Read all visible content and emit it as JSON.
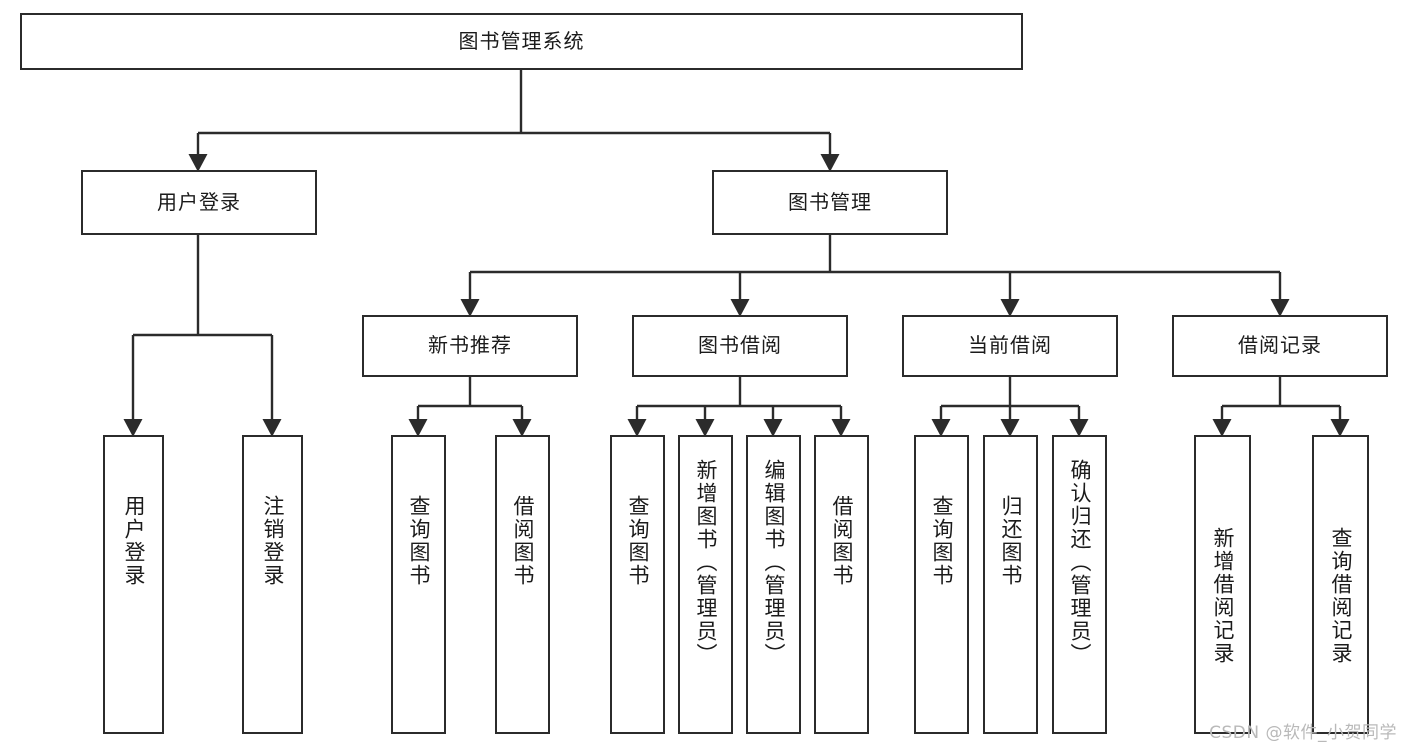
{
  "diagram": {
    "type": "tree-hierarchy",
    "title": "图书管理系统",
    "root": {
      "id": "root",
      "label": "图书管理系统"
    },
    "level2": [
      {
        "id": "user-login",
        "label": "用户登录"
      },
      {
        "id": "book-manage",
        "label": "图书管理"
      }
    ],
    "level3": [
      {
        "id": "new-book-rec",
        "label": "新书推荐"
      },
      {
        "id": "book-borrow",
        "label": "图书借阅"
      },
      {
        "id": "current-borrow",
        "label": "当前借阅"
      },
      {
        "id": "borrow-record",
        "label": "借阅记录"
      }
    ],
    "leaves": {
      "user_login": [
        {
          "id": "leaf-user-login",
          "label": "用户登录"
        },
        {
          "id": "leaf-logout",
          "label": "注销登录"
        }
      ],
      "new_book_rec": [
        {
          "id": "leaf-query-book-1",
          "label": "查询图书"
        },
        {
          "id": "leaf-borrow-book-1",
          "label": "借阅图书"
        }
      ],
      "book_borrow": [
        {
          "id": "leaf-query-book-2",
          "label": "查询图书"
        },
        {
          "id": "leaf-add-book",
          "label": "新增图书（管理员）"
        },
        {
          "id": "leaf-edit-book",
          "label": "编辑图书（管理员）"
        },
        {
          "id": "leaf-borrow-book-2",
          "label": "借阅图书"
        }
      ],
      "current_borrow": [
        {
          "id": "leaf-query-book-3",
          "label": "查询图书"
        },
        {
          "id": "leaf-return-book",
          "label": "归还图书"
        },
        {
          "id": "leaf-confirm-return",
          "label": "确认归还（管理员）"
        }
      ],
      "borrow_record": [
        {
          "id": "leaf-add-record",
          "label": "新增借阅记录"
        },
        {
          "id": "leaf-query-record",
          "label": "查询借阅记录"
        }
      ]
    },
    "colors": {
      "stroke": "#2b2b2b",
      "fill": "#ffffff",
      "text": "#1b1b1b",
      "watermark": "#b9b9b9"
    }
  },
  "watermark": {
    "text": "CSDN @软件_小贺同学"
  }
}
